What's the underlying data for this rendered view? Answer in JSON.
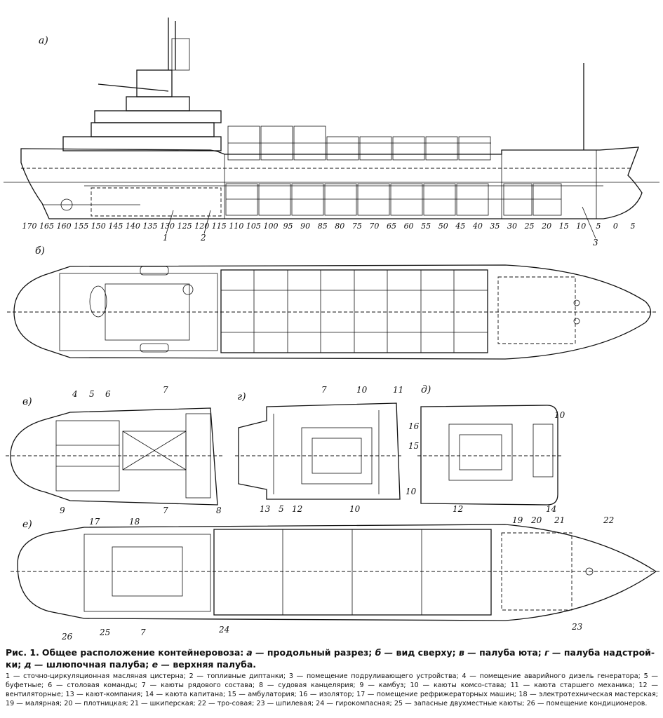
{
  "views": {
    "a": "а)",
    "b": "б)",
    "v": "в)",
    "g": "г)",
    "d": "д)",
    "e": "е)"
  },
  "frames": [
    "170",
    "165",
    "160",
    "155",
    "150",
    "145",
    "140",
    "135",
    "130",
    "125",
    "120",
    "115",
    "110",
    "105",
    "100",
    "95",
    "90",
    "85",
    "80",
    "75",
    "70",
    "65",
    "60",
    "55",
    "50",
    "45",
    "40",
    "35",
    "30",
    "25",
    "20",
    "15",
    "10",
    "5",
    "0",
    "5"
  ],
  "callouts": {
    "a": [
      "1",
      "2",
      "3"
    ],
    "v": [
      "4",
      "5",
      "6",
      "7",
      "7",
      "8",
      "9"
    ],
    "g": [
      "7",
      "10",
      "11",
      "13",
      "5",
      "12",
      "10"
    ],
    "d": [
      "16",
      "15",
      "10",
      "10",
      "12",
      "14"
    ],
    "e": [
      "17",
      "18",
      "19",
      "20",
      "21",
      "22",
      "26",
      "25",
      "7",
      "24",
      "23"
    ]
  },
  "caption": {
    "prefix": "Рис. 1.",
    "text": "Общее расположение контейнеровоза:",
    "items": [
      {
        "key": "а",
        "label": "продольный разрез;"
      },
      {
        "key": "б",
        "label": "вид сверху;"
      },
      {
        "key": "в",
        "label": "палуба юта;"
      },
      {
        "key": "г",
        "label": "палуба надстрой-ки;"
      },
      {
        "key": "д",
        "label": "шлюпочная палуба;"
      },
      {
        "key": "е",
        "label": "верхняя палуба."
      }
    ]
  },
  "legend": "1 — сточно-циркуляционная масляная цистерна; 2 — топливные диптанки; 3 — помещение подруливающего устройства; 4 — помещение аварийного дизель генератора; 5 — буфетные; 6 — столовая команды; 7 — каюты рядового состава; 8 — судовая канцелярия; 9 — камбуз; 10 — каюты комсо-става; 11 — каюта старшего механика; 12 — вентиляторные; 13 — кают-компания; 14 — каюта капитана; 15 — амбулатория; 16 — изолятор; 17 — помещение рефрижераторных машин; 18 — электротехническая мастерская; 19 — малярная; 20 — плотницкая; 21 — шкиперская; 22 — тро-совая; 23 — шпилевая; 24 — гирокомпасная; 25 — запасные двухместные каюты; 26 — помещение кондиционеров."
}
